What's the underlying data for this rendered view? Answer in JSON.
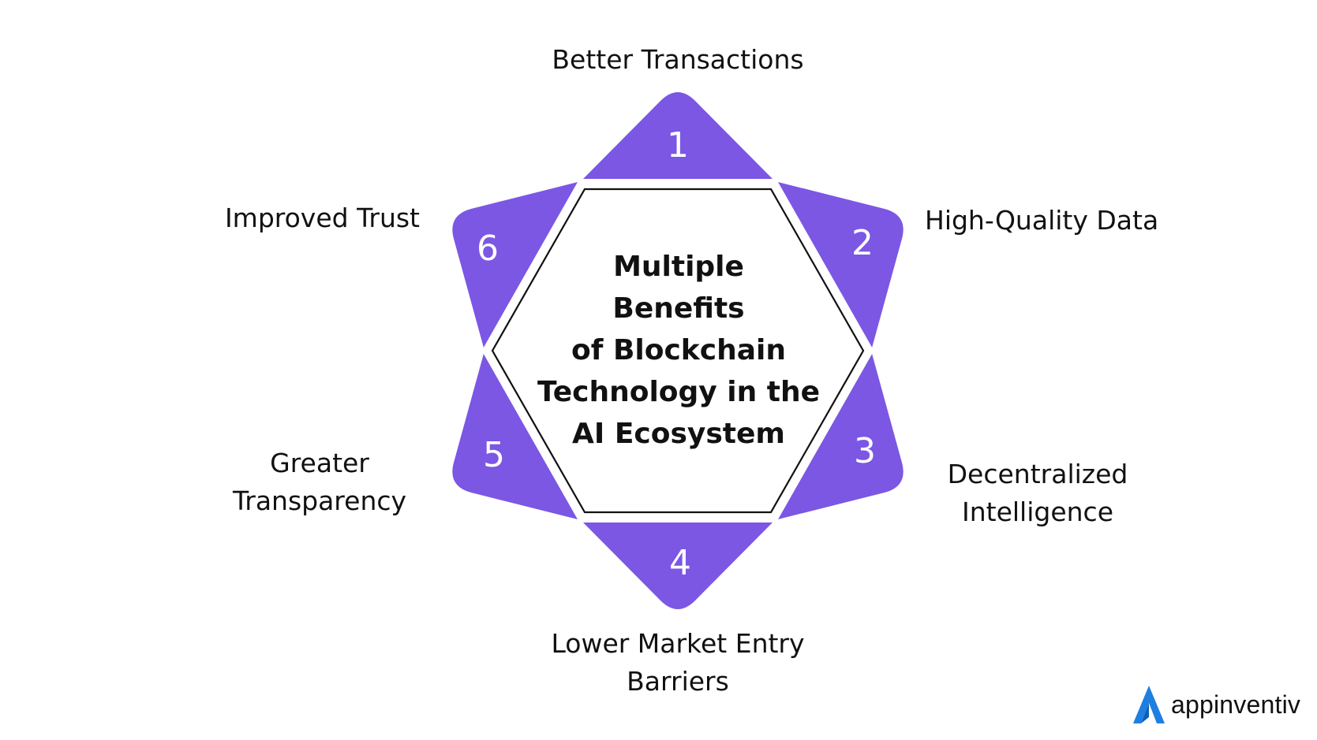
{
  "diagram": {
    "center_title_lines": [
      "Multiple",
      "Benefits",
      "of Blockchain",
      "Technology in the",
      "AI Ecosystem"
    ],
    "points": [
      {
        "number": "1",
        "label_lines": [
          "Better Transactions"
        ]
      },
      {
        "number": "2",
        "label_lines": [
          "High-Quality Data"
        ]
      },
      {
        "number": "3",
        "label_lines": [
          "Decentralized",
          "Intelligence"
        ]
      },
      {
        "number": "4",
        "label_lines": [
          "Lower Market Entry",
          "Barriers"
        ]
      },
      {
        "number": "5",
        "label_lines": [
          "Greater",
          "Transparency"
        ]
      },
      {
        "number": "6",
        "label_lines": [
          "Improved Trust"
        ]
      }
    ]
  },
  "colors": {
    "accent": "#7B57E4",
    "brand_blue": "#1E7FE0",
    "text": "#111111"
  },
  "brand": {
    "name": "appinventiv",
    "icon": "appinventiv-logo-icon"
  }
}
